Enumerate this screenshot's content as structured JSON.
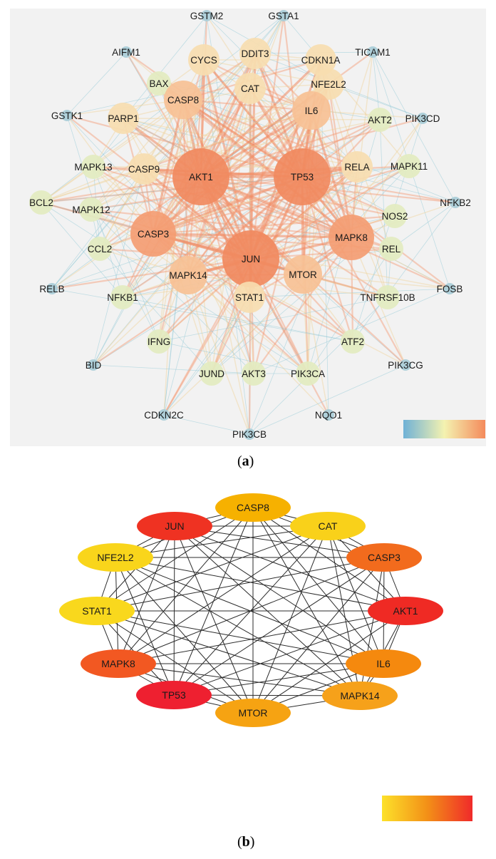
{
  "panel_a": {
    "caption": "a",
    "legend": {
      "gradient": [
        "#6fb1d6",
        "#f4f2b0",
        "#f48a5b"
      ]
    },
    "nodes": [
      {
        "id": "GSTM2",
        "tier": 0
      },
      {
        "id": "GSTA1",
        "tier": 0
      },
      {
        "id": "AIFM1",
        "tier": 0
      },
      {
        "id": "TICAM1",
        "tier": 0
      },
      {
        "id": "CYCS",
        "tier": 2
      },
      {
        "id": "DDIT3",
        "tier": 2
      },
      {
        "id": "CDKN1A",
        "tier": 2
      },
      {
        "id": "BAX",
        "tier": 1
      },
      {
        "id": "CAT",
        "tier": 2
      },
      {
        "id": "NFE2L2",
        "tier": 2
      },
      {
        "id": "GSTK1",
        "tier": 0
      },
      {
        "id": "PARP1",
        "tier": 2
      },
      {
        "id": "CASP8",
        "tier": 3
      },
      {
        "id": "IL6",
        "tier": 3
      },
      {
        "id": "AKT2",
        "tier": 1
      },
      {
        "id": "PIK3CD",
        "tier": 0
      },
      {
        "id": "MAPK13",
        "tier": 1
      },
      {
        "id": "CASP9",
        "tier": 2
      },
      {
        "id": "AKT1",
        "tier": 5
      },
      {
        "id": "TP53",
        "tier": 5
      },
      {
        "id": "RELA",
        "tier": 2
      },
      {
        "id": "MAPK11",
        "tier": 1
      },
      {
        "id": "BCL2",
        "tier": 1
      },
      {
        "id": "NFKB2",
        "tier": 0
      },
      {
        "id": "MAPK12",
        "tier": 1
      },
      {
        "id": "NOS2",
        "tier": 1
      },
      {
        "id": "CASP3",
        "tier": 4
      },
      {
        "id": "MAPK8",
        "tier": 4
      },
      {
        "id": "JUN",
        "tier": 5
      },
      {
        "id": "CCL2",
        "tier": 1
      },
      {
        "id": "REL",
        "tier": 1
      },
      {
        "id": "RELB",
        "tier": 0
      },
      {
        "id": "FOSB",
        "tier": 0
      },
      {
        "id": "MAPK14",
        "tier": 3
      },
      {
        "id": "MTOR",
        "tier": 3
      },
      {
        "id": "NFKB1",
        "tier": 1
      },
      {
        "id": "STAT1",
        "tier": 2
      },
      {
        "id": "TNFRSF10B",
        "tier": 1
      },
      {
        "id": "IFNG",
        "tier": 1
      },
      {
        "id": "ATF2",
        "tier": 1
      },
      {
        "id": "BID",
        "tier": 0
      },
      {
        "id": "PIK3CG",
        "tier": 0
      },
      {
        "id": "JUND",
        "tier": 1
      },
      {
        "id": "AKT3",
        "tier": 1
      },
      {
        "id": "PIK3CA",
        "tier": 1
      },
      {
        "id": "CDKN2C",
        "tier": 0
      },
      {
        "id": "NQO1",
        "tier": 0
      },
      {
        "id": "PIK3CB",
        "tier": 0
      }
    ]
  },
  "panel_b": {
    "caption": "b",
    "legend": {
      "gradient": [
        "#fde12a",
        "#f39017",
        "#f02a2a"
      ]
    },
    "nodes": [
      {
        "id": "CASP8",
        "color": "#f6b100"
      },
      {
        "id": "CAT",
        "color": "#f9d11a"
      },
      {
        "id": "CASP3",
        "color": "#f26b1d"
      },
      {
        "id": "AKT1",
        "color": "#ef2a24"
      },
      {
        "id": "IL6",
        "color": "#f5890e"
      },
      {
        "id": "MAPK14",
        "color": "#f6a11a"
      },
      {
        "id": "MTOR",
        "color": "#f6a312"
      },
      {
        "id": "TP53",
        "color": "#ee2030"
      },
      {
        "id": "MAPK8",
        "color": "#f25822"
      },
      {
        "id": "STAT1",
        "color": "#f9d81d"
      },
      {
        "id": "NFE2L2",
        "color": "#f9d51b"
      },
      {
        "id": "JUN",
        "color": "#ef3222"
      }
    ]
  }
}
